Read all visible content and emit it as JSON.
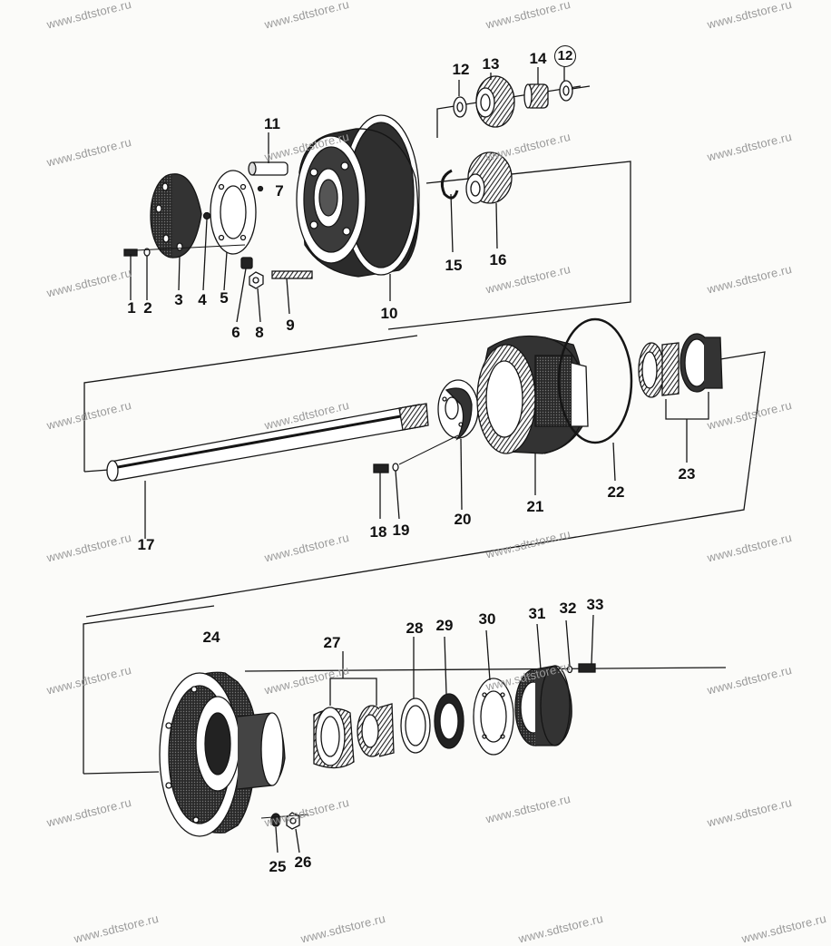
{
  "watermark": "www.sdtstore.ru",
  "part_numbers": [
    "1",
    "2",
    "3",
    "4",
    "5",
    "6",
    "7",
    "8",
    "9",
    "10",
    "11",
    "12",
    "13",
    "14",
    "12",
    "15",
    "16",
    "17",
    "18",
    "19",
    "20",
    "21",
    "22",
    "23",
    "24",
    "25",
    "26",
    "27",
    "28",
    "29",
    "30",
    "31",
    "32",
    "33"
  ],
  "colors": {
    "ink": "#151515",
    "paper": "#fbfbf9",
    "watermark": "#9a9a9a"
  }
}
